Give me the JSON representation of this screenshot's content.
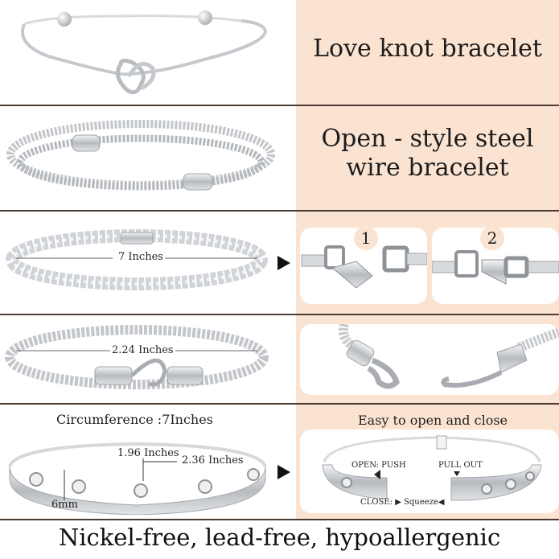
{
  "rows": [
    {
      "title": "Love knot bracelet"
    },
    {
      "title": "Open - style steel\nwire bracelet",
      "title_line1": "Open - style steel",
      "title_line2": "wire bracelet"
    }
  ],
  "tennis": {
    "length_label": "7 Inches",
    "step1": "1",
    "step2": "2"
  },
  "cable": {
    "diameter_label": "2.24 Inches"
  },
  "bangle": {
    "circumference_label": "Circumference :7Inches",
    "width_label": "1.96 Inches",
    "length_label": "2.36 Inches",
    "thickness_label": "6mm",
    "panel_title": "Easy to open and close",
    "open_label": "OPEN: PUSH",
    "pull_label": "PULL OUT",
    "close_label": "CLOSE: ▶ Squeeze◀"
  },
  "footer": "Nickel-free, lead-free, hypoallergenic",
  "colors": {
    "peach": "#fbe3d2",
    "divider": "#4a3a30",
    "silver": "#c9ccd0"
  }
}
